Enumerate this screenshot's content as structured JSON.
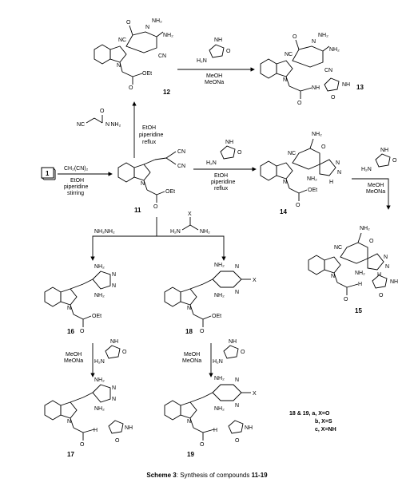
{
  "caption": {
    "prefix": "Scheme 3",
    "text": ": Synthesis of compounds ",
    "range": "11-19"
  },
  "compounds": {
    "c1": "1",
    "c11": "11",
    "c12": "12",
    "c13": "13",
    "c14": "14",
    "c15": "15",
    "c16": "16",
    "c17": "17",
    "c18": "18",
    "c19": "19"
  },
  "atoms": {
    "nh2": "NH₂",
    "h2n": "H₂N",
    "nc": "NC",
    "cn": "CN",
    "n": "N",
    "nh": "NH",
    "hn": "HN",
    "o": "O",
    "h": "H",
    "oet": "OEt",
    "x": "X",
    "ncch2conhnh2": "NC",
    "nh_nh2": "N NH₂"
  },
  "conditions": {
    "r1_reagent": "CH₂(CN)₂",
    "r1_solvent": "EtOH",
    "r1_base": "piperidine",
    "r1_mode": "stirring",
    "r11_12_solvent": "EtOH",
    "r11_12_base": "piperidine",
    "r11_12_mode": "reflux",
    "r11_14_solvent": "EtOH",
    "r11_14_base": "piperidine",
    "r11_14_mode": "reflux",
    "r12_13_solvent": "MeOH",
    "r12_13_base": "MeONa",
    "r14_15_solvent": "MeOH",
    "r14_15_base": "MeONa",
    "r16_17_solvent": "MeOH",
    "r16_17_base": "MeONa",
    "r18_19_solvent": "MeOH",
    "r18_19_base": "MeONa",
    "hydrazine": "NH₂NH₂",
    "urea_nh2": "NH₂"
  },
  "legend": {
    "line1": "18 & 19, a, X=O",
    "line2": "b, X=S",
    "line3": "c, X=NH"
  }
}
